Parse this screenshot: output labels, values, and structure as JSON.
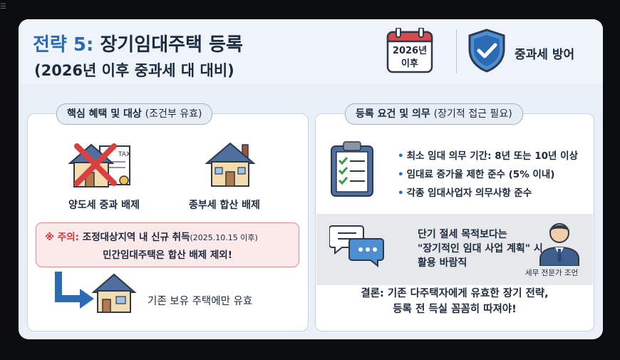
{
  "title": {
    "prefix": "전략 5:",
    "main": "장기임대주택 등록",
    "subtitle": "(2026년 이후 중과세 대 대비)"
  },
  "calendar": {
    "line1": "2026년",
    "line2": "이후"
  },
  "shield": {
    "label": "중과세 방어"
  },
  "left_panel": {
    "heading": "핵심 혜택 및 대상",
    "heading_note": "(조건부 유효)",
    "benefit1": "양도세 중과 배제",
    "benefit2": "종부세 합산 배제",
    "warning": {
      "label": "※ 주의:",
      "line1": "조정대상지역 내 신규 취득",
      "date": "(2025.10.15 이후)",
      "line2": "민간임대주택은 합산 배제 제외!"
    },
    "existing": "기존 보유 주택에만 유효"
  },
  "right_panel": {
    "heading": "등록 요건 및 의무",
    "heading_note": "(장기적 접근 필요)",
    "bullets": [
      "최소 임대 의무 기간: 8년 또는 10년 이상",
      "임대료 증가율 제한 준수 (5% 이내)",
      "각종 임대사업자 의무사항 준수"
    ],
    "advice": [
      "단기 절세 목적보다는",
      "\"장기적인 임대 사업 계획\" 시",
      "활용 바람직"
    ],
    "expert": "세무 전문가 조언",
    "conclusion": [
      "결론: 기존 다주택자에게 유효한 장기 전략,",
      "등록 전 득실 꼼꼼히 따져야!"
    ]
  },
  "colors": {
    "accent": "#2a6bb4",
    "warning": "#d3313a",
    "dark": "#1c2a3e"
  },
  "icons": [
    "calendar-icon",
    "shield-check-icon",
    "house-cross-icon",
    "house-icon",
    "arrow-icon",
    "clipboard-checklist-icon",
    "chat-bubbles-icon",
    "consultant-icon"
  ]
}
